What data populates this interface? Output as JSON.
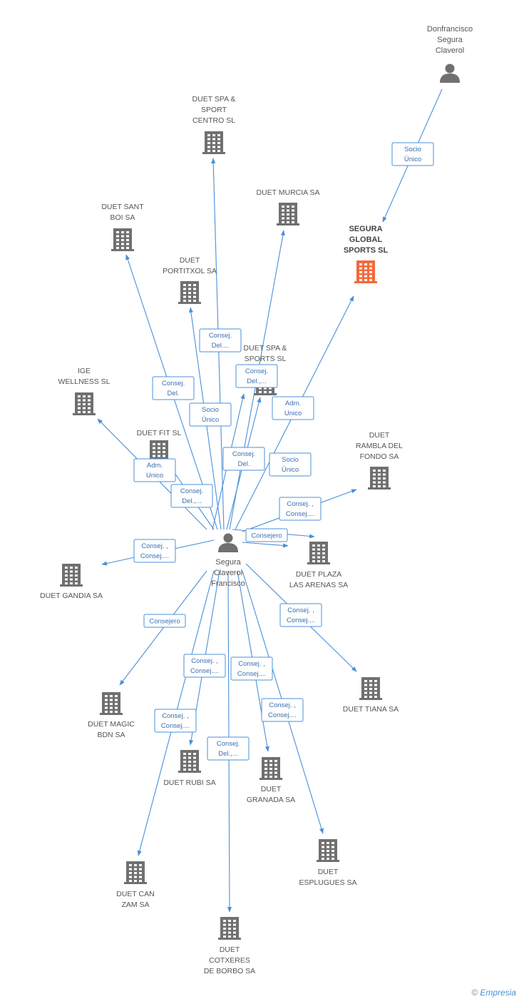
{
  "persons": [
    {
      "id": "donfrancisco",
      "lines": [
        "Donfrancisco",
        "Segura",
        "Claverol"
      ]
    },
    {
      "id": "segura",
      "lines": [
        "Segura",
        "Claverol",
        "Francisco"
      ]
    }
  ],
  "companies": [
    {
      "id": "spa_sport",
      "lines": [
        "DUET SPA &",
        "SPORT",
        "CENTRO SL"
      ],
      "focus": false
    },
    {
      "id": "murcia",
      "lines": [
        "DUET MURCIA SA"
      ],
      "focus": false
    },
    {
      "id": "global",
      "lines": [
        "SEGURA",
        "GLOBAL",
        "SPORTS SL"
      ],
      "focus": true
    },
    {
      "id": "santboi",
      "lines": [
        "DUET SANT",
        "BOI SA"
      ],
      "focus": false
    },
    {
      "id": "portixol",
      "lines": [
        "DUET",
        "PORTITXOL SA"
      ],
      "focus": false
    },
    {
      "id": "spa_sports",
      "lines": [
        "DUET SPA &",
        "SPORTS SL"
      ],
      "focus": false
    },
    {
      "id": "ige",
      "lines": [
        "IGE",
        "WELLNESS SL"
      ],
      "focus": false
    },
    {
      "id": "fit",
      "lines": [
        "DUET FIT SL"
      ],
      "focus": false
    },
    {
      "id": "rambla",
      "lines": [
        "DUET",
        "RAMBLA DEL",
        "FONDO SA"
      ],
      "focus": false
    },
    {
      "id": "gandia",
      "lines": [
        "DUET GANDIA SA"
      ],
      "focus": false
    },
    {
      "id": "plaza",
      "lines": [
        "DUET PLAZA",
        "LAS ARENAS SA"
      ],
      "focus": false
    },
    {
      "id": "tiana",
      "lines": [
        "DUET TIANA SA"
      ],
      "focus": false
    },
    {
      "id": "magic",
      "lines": [
        "DUET MAGIC",
        "BDN SA"
      ],
      "focus": false
    },
    {
      "id": "rubi",
      "lines": [
        "DUET RUBI SA"
      ],
      "focus": false
    },
    {
      "id": "granada",
      "lines": [
        "DUET",
        "GRANADA SA"
      ],
      "focus": false
    },
    {
      "id": "canzam",
      "lines": [
        "DUET CAN",
        "ZAM SA"
      ],
      "focus": false
    },
    {
      "id": "esplugues",
      "lines": [
        "DUET",
        "ESPLUGUES SA"
      ],
      "focus": false
    },
    {
      "id": "cotxeres",
      "lines": [
        "DUET",
        "COTXERES",
        "DE BORBO SA"
      ],
      "focus": false
    }
  ],
  "relations": [
    {
      "from": "donfrancisco",
      "to": "global",
      "lines": [
        "Socio",
        "Único"
      ]
    },
    {
      "from": "segura",
      "to": "spa_sport",
      "lines": [
        "Consej.",
        "Del...."
      ]
    },
    {
      "from": "segura",
      "to": "murcia",
      "lines": [
        "Consej.",
        "Del.,..."
      ]
    },
    {
      "from": "segura",
      "to": "global",
      "lines": [
        "Adm.",
        "Unico"
      ]
    },
    {
      "from": "segura",
      "to": "santboi",
      "lines": [
        "Consej.",
        "Del."
      ]
    },
    {
      "from": "segura",
      "to": "portixol",
      "lines": [
        "Consej.",
        "Del."
      ]
    },
    {
      "from": "segura",
      "to": "spa_sports",
      "lines": [
        "Consej.",
        "Del."
      ]
    },
    {
      "from": "segura",
      "to": "fit",
      "lines": [
        "Socio",
        "Único"
      ]
    },
    {
      "from": "segura",
      "to": "ige",
      "lines": [
        "Adm.",
        "Unico"
      ]
    },
    {
      "from": "segura",
      "to": "fit",
      "lines": [
        "Consej.",
        "Del.,..."
      ]
    },
    {
      "from": "segura",
      "to": "plaza",
      "lines": [
        "Socio",
        "Único"
      ]
    },
    {
      "from": "segura",
      "to": "rambla",
      "lines": [
        "Consej. ,",
        "Consej...."
      ]
    },
    {
      "from": "segura",
      "to": "plaza",
      "lines": [
        "Consejero"
      ]
    },
    {
      "from": "segura",
      "to": "gandia",
      "lines": [
        "Consej. ,",
        "Consej...."
      ]
    },
    {
      "from": "segura",
      "to": "tiana",
      "lines": [
        "Consej. ,",
        "Consej...."
      ]
    },
    {
      "from": "segura",
      "to": "magic",
      "lines": [
        "Consejero"
      ]
    },
    {
      "from": "segura",
      "to": "rubi",
      "lines": [
        "Consej. ,",
        "Consej...."
      ]
    },
    {
      "from": "segura",
      "to": "granada",
      "lines": [
        "Consej. ,",
        "Consej...."
      ]
    },
    {
      "from": "segura",
      "to": "canzam",
      "lines": [
        "Consej. ,",
        "Consej...."
      ]
    },
    {
      "from": "segura",
      "to": "esplugues",
      "lines": [
        "Consej. ,",
        "Consej...."
      ]
    },
    {
      "from": "segura",
      "to": "cotxeres",
      "lines": [
        "Consej.",
        "Del.,..."
      ]
    }
  ],
  "colors": {
    "edge": "#4a90d9",
    "building": "#707070",
    "focus_building": "#f26a3d",
    "person": "#707070"
  },
  "footer": {
    "copyright": "©",
    "brand": "Empresia"
  }
}
